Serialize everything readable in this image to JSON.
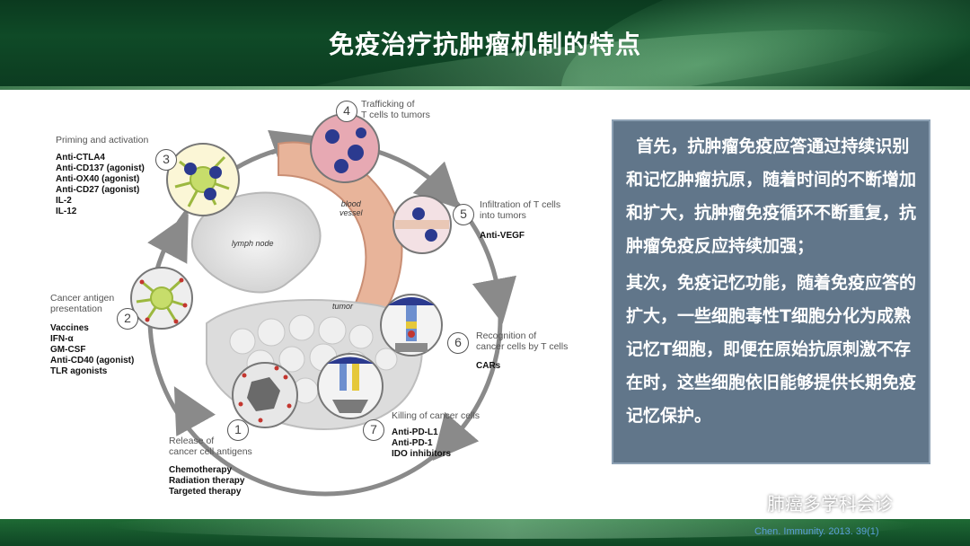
{
  "slide": {
    "title": "免疫治疗抗肿瘤机制的特点",
    "citation": "Chen. Immunity. 2013. 39(1)"
  },
  "textbox": {
    "paragraph1": "首先，抗肿瘤免疫应答通过持续识别和记忆肿瘤抗原，随着时间的不断增加和扩大，抗肿瘤免疫循环不断重复，抗肿瘤免疫反应持续加强；",
    "paragraph2": "其次，免疫记忆功能，随着免疫应答的扩大，一些细胞毒性T细胞分化为成熟记忆T细胞，即便在原始抗原刺激不存在时，这些细胞依旧能够提供长期免疫记忆保护。"
  },
  "watermark": {
    "text": "肺癌多学科会诊",
    "icon": "wechat-icon"
  },
  "diagram": {
    "steps": [
      {
        "num": "1",
        "label": "Release of\ncancer cell antigens",
        "drugs": "Chemotherapy\nRadiation therapy\nTargeted therapy"
      },
      {
        "num": "2",
        "label": "Cancer antigen\npresentation",
        "drugs": "Vaccines\nIFN-α\nGM-CSF\nAnti-CD40 (agonist)\nTLR agonists"
      },
      {
        "num": "3",
        "label": "Priming and activation",
        "drugs": "Anti-CTLA4\nAnti-CD137 (agonist)\nAnti-OX40 (agonist)\nAnti-CD27 (agonist)\nIL-2\nIL-12"
      },
      {
        "num": "4",
        "label": "Trafficking of\nT cells to tumors",
        "drugs": ""
      },
      {
        "num": "5",
        "label": "Infiltration of T cells\ninto tumors",
        "drugs": "Anti-VEGF"
      },
      {
        "num": "6",
        "label": "Recognition of\ncancer cells by T cells",
        "drugs": "CARs"
      },
      {
        "num": "7",
        "label": "Killing of cancer cells",
        "drugs": "Anti-PD-L1\nAnti-PD-1\nIDO inhibitors"
      }
    ],
    "annotations": {
      "lymph_node": "lymph node",
      "blood_vessel": "blood\nvessel",
      "tumor": "tumor"
    },
    "colors": {
      "arrow": "#8a8a8a",
      "vessel": "#e8b49a",
      "cell_green": "#c7dd6b",
      "cell_blue": "#2b3a8f",
      "cell_pink": "#e07a8a",
      "tumor": "#d9d9d9"
    }
  }
}
